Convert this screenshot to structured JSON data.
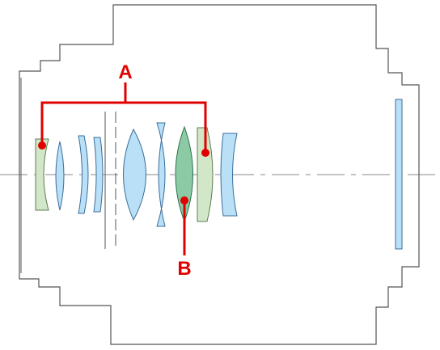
{
  "diagram": {
    "type": "lens-cross-section",
    "callouts": {
      "a": {
        "label": "A"
      },
      "b": {
        "label": "B"
      }
    },
    "colors": {
      "outline": "#555555",
      "axis": "#888888",
      "lens_blue": "#b9e0f7",
      "lens_blue_stroke": "#3a6e9a",
      "lens_green_light": "#d2e7c8",
      "lens_green_light_stroke": "#5e7c52",
      "lens_green_dark": "#8ccaa6",
      "lens_green_dark_stroke": "#2e6f4a",
      "callout_red": "#e00000"
    }
  }
}
